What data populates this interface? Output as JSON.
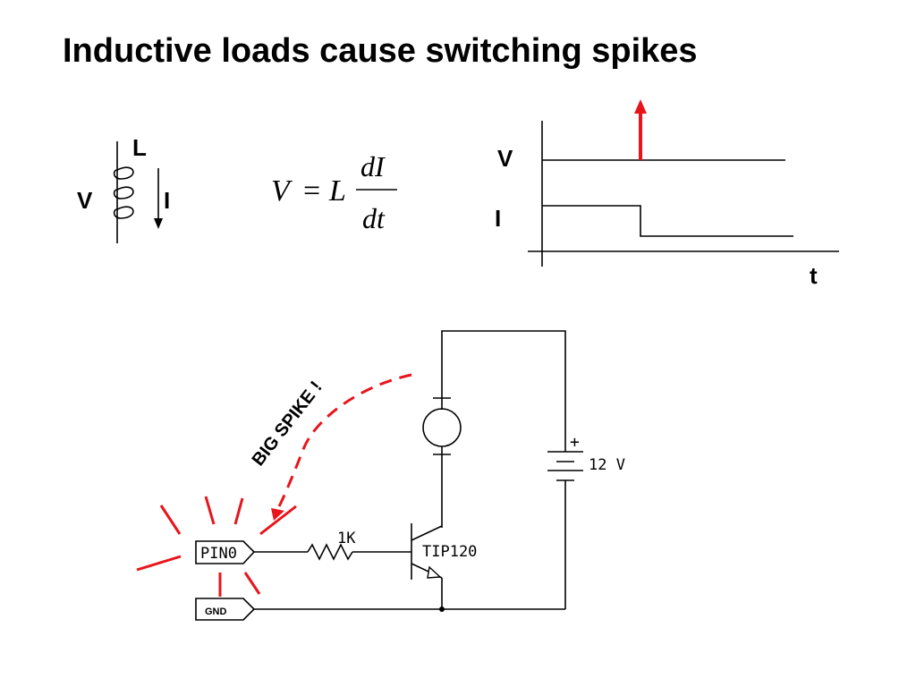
{
  "slide": {
    "title": "Inductive loads cause switching spikes"
  },
  "inductor": {
    "inductance_label": "L",
    "voltage_label": "V",
    "current_label": "I"
  },
  "formula": {
    "lhs": "V",
    "eq": "=",
    "factor": "L",
    "numerator": "dI",
    "denominator": "dt"
  },
  "waveform": {
    "voltage_label": "V",
    "current_label": "I",
    "time_label": "t"
  },
  "circuit": {
    "spike_annotation": "BIG SPIKE !",
    "resistor_label": "1K",
    "transistor_label": "TIP120",
    "battery_polarity": "+",
    "battery_label": "12 V",
    "pin_label": "PIN0",
    "ground_label": "GND"
  },
  "colors": {
    "spike": "#e8141b",
    "line": "#000000"
  }
}
